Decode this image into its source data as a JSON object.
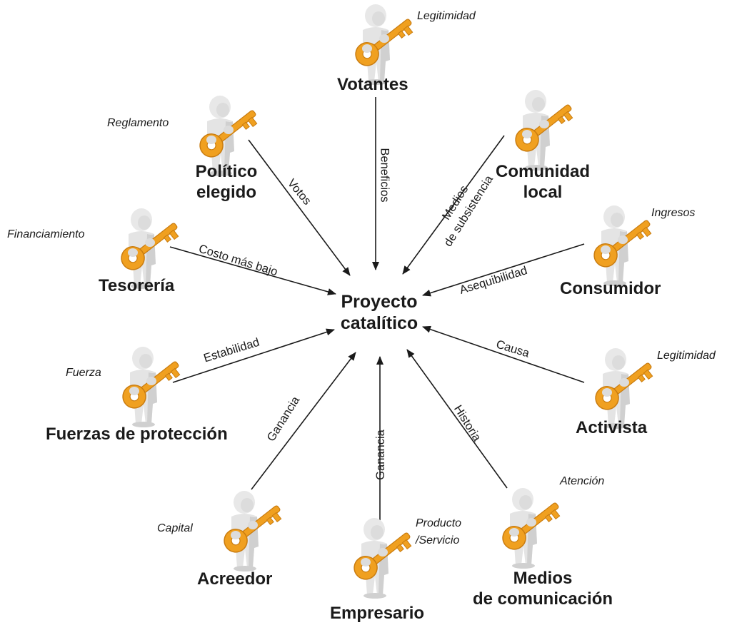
{
  "center": {
    "line1": "Proyecto",
    "line2": "catalítico"
  },
  "actors": {
    "votantes": {
      "name": "Votantes",
      "key_value": "Legitimidad",
      "edge_label": "Beneficios"
    },
    "politico": {
      "name1": "Político",
      "name2": "elegido",
      "key_value": "Reglamento",
      "edge_label": "Votos"
    },
    "comunidad": {
      "name1": "Comunidad",
      "name2": "local",
      "key_value": "",
      "edge_line1": "Medios",
      "edge_line2": "de subsistencia"
    },
    "tesoreria": {
      "name": "Tesorería",
      "key_value": "Financiamiento",
      "edge_label": "Costo más bajo"
    },
    "consumidor": {
      "name": "Consumidor",
      "key_value": "Ingresos",
      "edge_label": "Asequibilidad"
    },
    "fuerzas": {
      "name": "Fuerzas de protección",
      "key_value": "Fuerza",
      "edge_label": "Estabilidad"
    },
    "activista": {
      "name": "Activista",
      "key_value": "Legitimidad",
      "edge_label": "Causa"
    },
    "acreedor": {
      "name": "Acreedor",
      "key_value": "Capital",
      "edge_label": "Ganancia"
    },
    "empresario": {
      "name": "Empresario",
      "key_line1": "Producto",
      "key_line2": "/Servicio",
      "edge_label": "Ganancia"
    },
    "medios": {
      "name1": "Medios",
      "name2": "de comunicación",
      "key_value": "Atención",
      "edge_label": "Historia"
    }
  },
  "colors": {
    "key": "#f0a020",
    "key_dark": "#c97c10",
    "figure": "#e6e6e6",
    "figure_shade": "#bdbdbd",
    "arrow": "#1a1a1a"
  },
  "icons": {
    "figure": "person-holding-key-icon"
  }
}
